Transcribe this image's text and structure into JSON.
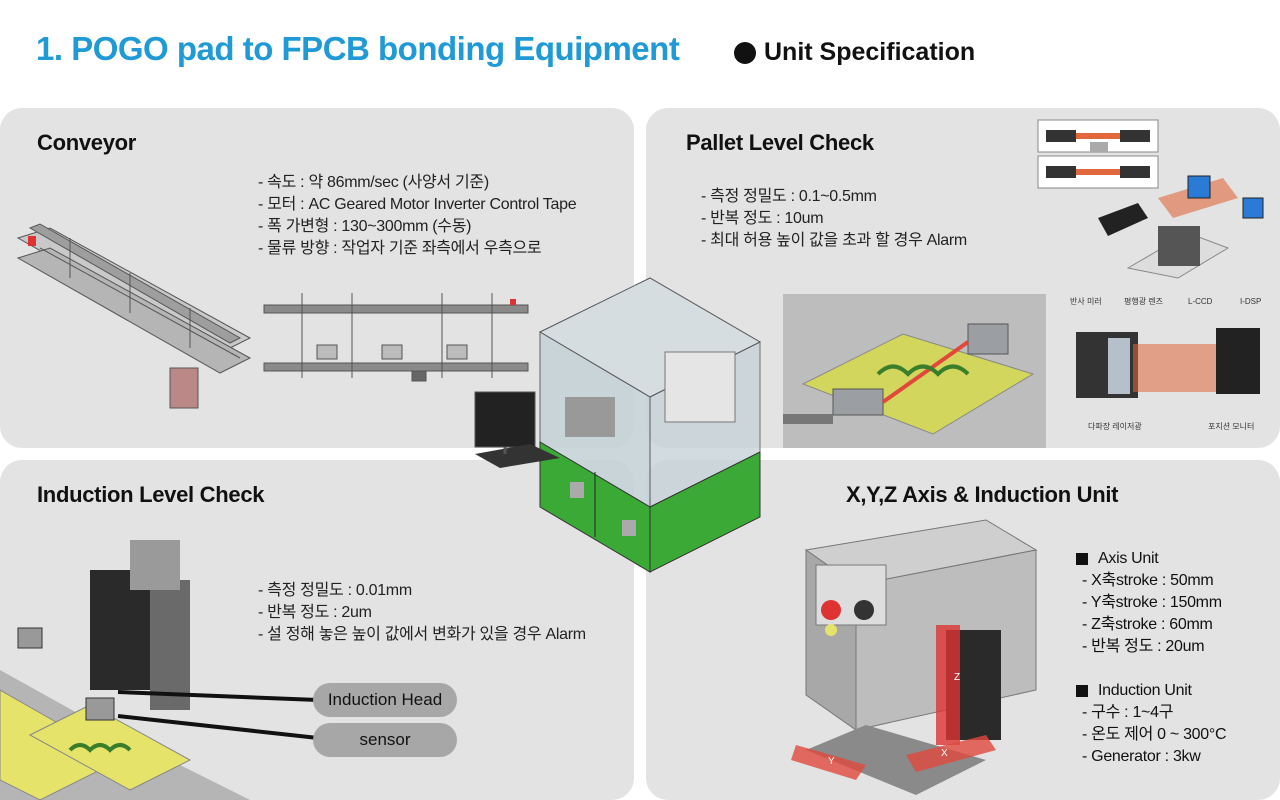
{
  "header": {
    "title": "1. POGO pad to FPCB bonding Equipment",
    "subtitle": "Unit Specification"
  },
  "conveyor": {
    "title": "Conveyor",
    "specs": [
      "- 속도 : 약 86mm/sec (사양서 기준)",
      "- 모터 : AC Geared Motor Inverter Control Tape",
      "- 폭 가변형 : 130~300mm (수동)",
      "- 물류 방향 : 작업자 기준 좌측에서 우측으로"
    ]
  },
  "pallet": {
    "title": "Pallet Level Check",
    "specs": [
      "- 측정 정밀도 : 0.1~0.5mm",
      "- 반복 정도 : 10um",
      "- 최대 허용 높이 값을 초과 할 경우 Alarm"
    ],
    "sensor_labels": [
      "반사 미러",
      "평행광 렌즈",
      "L-CCD",
      "I-DSP",
      "다파장 레이저광",
      "포지션 모니터"
    ]
  },
  "induction_check": {
    "title": "Induction Level Check",
    "specs": [
      "- 측정 정밀도 : 0.01mm",
      "- 반복 정도 : 2um",
      "- 설 정해 놓은 높이 값에서 변화가 있을 경우 Alarm"
    ],
    "callouts": [
      "Induction Head",
      "sensor"
    ]
  },
  "xyz": {
    "title": "X,Y,Z Axis & Induction Unit",
    "axis_unit": {
      "header": "Axis Unit",
      "rows": [
        "- X축stroke :  50mm",
        "- Y축stroke :  150mm",
        "- Z축stroke :  60mm",
        "- 반복 정도 : 20um"
      ]
    },
    "induction_unit": {
      "header": "Induction Unit",
      "rows": [
        "- 구수 : 1~4구",
        "- 온도 제어 0 ~ 300°C",
        "- Generator : 3kw"
      ]
    },
    "axis_marks": [
      "Z",
      "Y",
      "X"
    ]
  },
  "colors": {
    "title_blue": "#1f9ad6",
    "panel_gray": "#e4e3e3",
    "machine_green": "#3aa935",
    "pill_gray": "#a7a7a7",
    "arrow_red": "#e0483c"
  }
}
